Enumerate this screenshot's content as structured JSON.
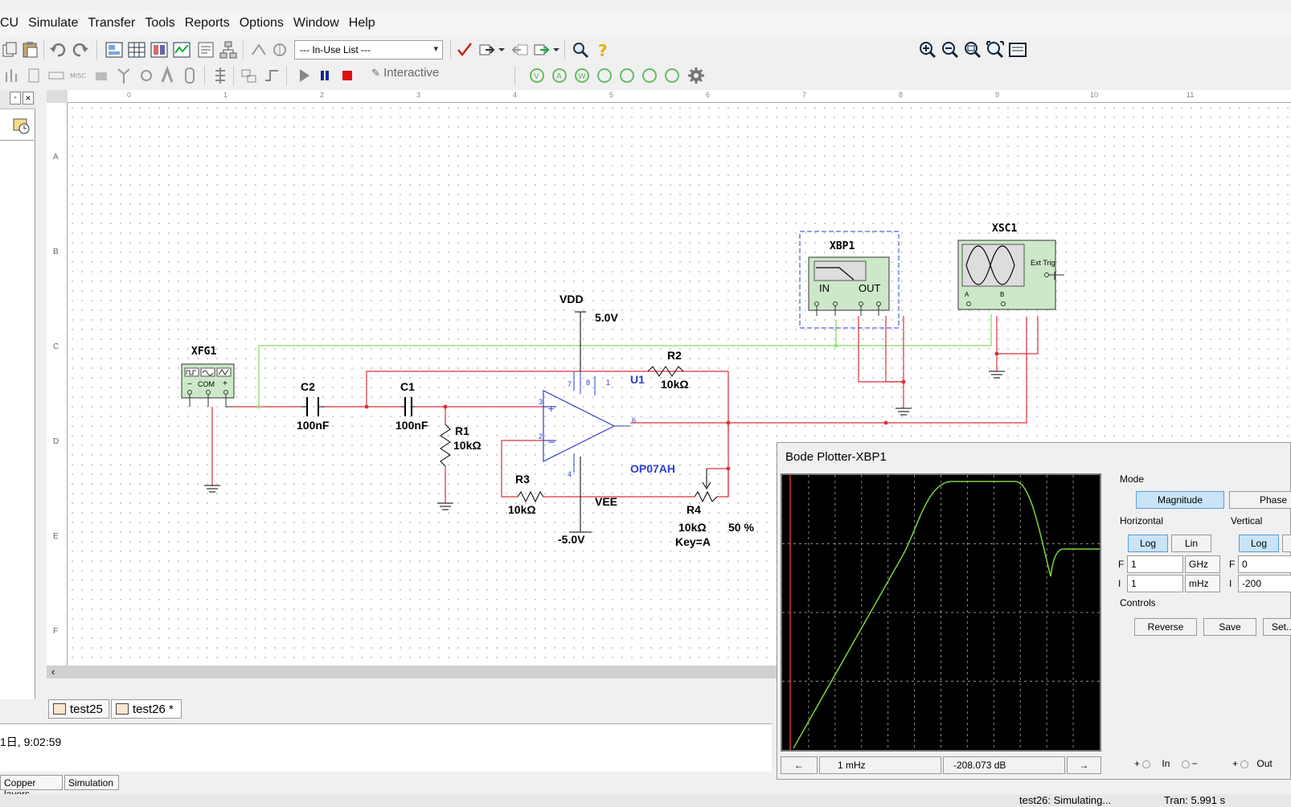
{
  "menu": [
    "CU",
    "Simulate",
    "Transfer",
    "Tools",
    "Reports",
    "Options",
    "Window",
    "Help"
  ],
  "toolbar": {
    "inuse_list": "--- In-Use List ---",
    "interactive_label": "Interactive"
  },
  "left_panel": {
    "close_label": "×",
    "min_label": "-"
  },
  "ruler": {
    "rows": [
      "A",
      "B",
      "C",
      "D",
      "E",
      "F"
    ],
    "cols": [
      "0",
      "1",
      "2",
      "3",
      "4",
      "5",
      "6",
      "7",
      "8",
      "9",
      "10",
      "11"
    ]
  },
  "schematic": {
    "xfg1": "XFG1",
    "xfg_com": "COM",
    "xfg_minus": "−",
    "xfg_plus": "+",
    "c2": {
      "name": "C2",
      "value": "100nF"
    },
    "c1": {
      "name": "C1",
      "value": "100nF"
    },
    "r1": {
      "name": "R1",
      "value": "10kΩ"
    },
    "r2": {
      "name": "R2",
      "value": "10kΩ"
    },
    "r3": {
      "name": "R3",
      "value": "10kΩ"
    },
    "r4": {
      "name": "R4",
      "value": "10kΩ",
      "key": "Key=A",
      "percent": "50 %"
    },
    "u1": "U1",
    "opamp": "OP07AH",
    "vdd": "VDD",
    "vdd_v": "5.0V",
    "vee": "VEE",
    "vee_v": "-5.0V",
    "pins": {
      "p3": "3",
      "p2": "2",
      "p6": "6",
      "p7": "7",
      "p4": "4",
      "p8": "8",
      "p1": "1"
    },
    "xbp1": "XBP1",
    "xbp_in": "IN",
    "xbp_out": "OUT",
    "xsc1": "XSC1",
    "xsc_ext": "Ext Trig",
    "xsc_a": "A",
    "xsc_b": "B"
  },
  "doc_tabs": [
    "test25",
    "test26 *"
  ],
  "log": {
    "line": "1日, 9:02:59"
  },
  "bottom_tabs": [
    "Copper layers",
    "Simulation"
  ],
  "status": {
    "left": "test26: Simulating...",
    "right": "Tran: 5.991 s"
  },
  "bode": {
    "title": "Bode Plotter-XBP1",
    "mode_label": "Mode",
    "magnitude": "Magnitude",
    "phase": "Phase",
    "horizontal_label": "Horizontal",
    "vertical_label": "Vertical",
    "log": "Log",
    "lin": "Lin",
    "h_f_label": "F",
    "h_f_value": "1",
    "h_f_unit": "GHz",
    "h_i_label": "I",
    "h_i_value": "1",
    "h_i_unit": "mHz",
    "v_f_label": "F",
    "v_f_value": "0",
    "v_i_label": "I",
    "v_i_value": "-200",
    "controls_label": "Controls",
    "reverse": "Reverse",
    "save": "Save",
    "set": "Set...",
    "in_label": "In",
    "out_label": "Out",
    "plus": "+",
    "minus": "−",
    "cursor_freq": "1 mHz",
    "cursor_mag": "-208.073 dB",
    "arrow_left": "←",
    "arrow_right": "→",
    "mode_selected": "Magnitude",
    "horizontal_scale": "Log",
    "vertical_scale": "Log"
  }
}
